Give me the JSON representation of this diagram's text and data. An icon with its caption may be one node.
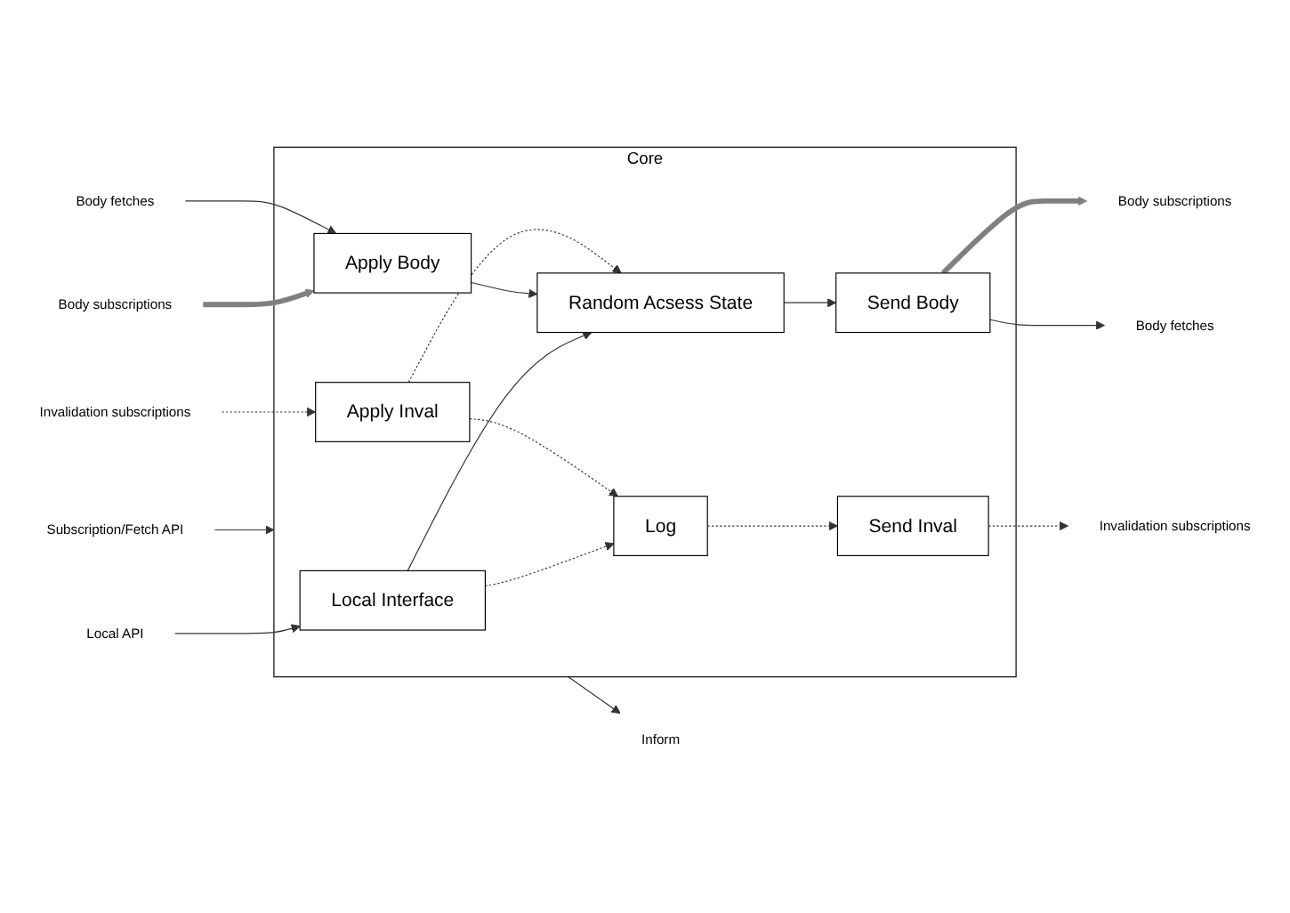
{
  "diagram": {
    "nodes": [
      {
        "text": [
          "Core"
        ]
      },
      {
        "text": [
          "Local Interface"
        ],
        "in": 0
      },
      {
        "text": [
          "Apply Body"
        ],
        "in": 0
      },
      {
        "text": [
          "Random Acsess State"
        ],
        "in": 0
      },
      {
        "text": [
          "Send Body"
        ],
        "in": 0
      },
      {
        "text": [
          "Apply Inval"
        ],
        "in": 0
      },
      {
        "text": [
          "Log"
        ],
        "in": 0
      },
      {
        "text": [
          "Send Inval"
        ],
        "in": 0
      },
      {
        "text": [
          "Local API"
        ]
      },
      {
        "text": [
          "Body subscriptions"
        ]
      },
      {
        "text": [
          "Body fetches"
        ]
      },
      {
        "text": [
          "Body subscriptions"
        ]
      },
      {
        "text": [
          "Body fetches"
        ]
      },
      {
        "text": [
          "Invalidation subscriptions"
        ]
      },
      {
        "text": [
          "Invalidation subscriptions"
        ]
      },
      {
        "text": [
          "Inform"
        ]
      },
      {
        "text": [
          "Subscription/Fetch API"
        ]
      }
    ],
    "edges": [
      {
        "from": 8,
        "to": 1,
        "arrow": "to"
      },
      {
        "from": 9,
        "to": 2,
        "arrow": "to",
        "style": "thick",
        "color": "#808080"
      },
      {
        "from": 10,
        "to": 2,
        "arrow": "to"
      },
      {
        "from": 13,
        "to": 5,
        "arrow": "to",
        "style": "dashed"
      },
      {
        "from": 1,
        "to": 3,
        "arrow": "to"
      },
      {
        "from": 1,
        "to": 6,
        "arrow": "to",
        "style": "dashed"
      },
      {
        "from": 2,
        "to": 3,
        "arrow": "to"
      },
      {
        "from": 3,
        "to": 4,
        "arrow": "to"
      },
      {
        "from": 5,
        "to": 6,
        "arrow": "to",
        "style": "dashed"
      },
      {
        "from": 5,
        "to": 3,
        "arrow": "to",
        "style": "dashed"
      },
      {
        "from": 6,
        "to": 7,
        "arrow": "to",
        "style": "dashed"
      },
      {
        "from": 4,
        "to": 11,
        "arrow": "to",
        "style": "thick",
        "color": "#808080"
      },
      {
        "from": 4,
        "to": 12,
        "arrow": "to"
      },
      {
        "from": 7,
        "to": 14,
        "arrow": "to",
        "style": "dashed"
      },
      {
        "from": 0,
        "to": 15,
        "arrow": "to"
      },
      {
        "from": 16,
        "to": 0,
        "arrow": "to"
      }
    ]
  }
}
